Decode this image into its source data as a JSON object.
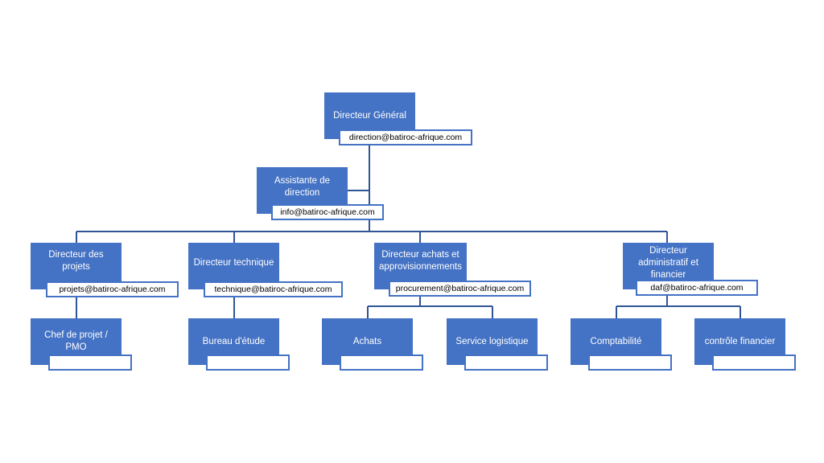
{
  "nodes": {
    "dg": {
      "title": "Directeur Général",
      "email": "direction@batiroc-afrique.com"
    },
    "assistante": {
      "title": "Assistante de direction",
      "email": "info@batiroc-afrique.com"
    },
    "dir_projets": {
      "title": "Directeur des projets",
      "email": "projets@batiroc-afrique.com"
    },
    "dir_technique": {
      "title": "Directeur technique",
      "email": "technique@batiroc-afrique.com"
    },
    "dir_achats": {
      "title": "Directeur achats et approvisionnements",
      "email": "procurement@batiroc-afrique.com"
    },
    "daf": {
      "title": "Directeur administratif et financier",
      "email": "daf@batiroc-afrique.com"
    },
    "chef_projet": {
      "title": "Chef de projet / PMO",
      "email": ""
    },
    "bureau_etude": {
      "title": "Bureau d'étude",
      "email": ""
    },
    "achats": {
      "title": "Achats",
      "email": ""
    },
    "logistique": {
      "title": "Service logistique",
      "email": ""
    },
    "comptabilite": {
      "title": "Comptabilité",
      "email": ""
    },
    "controle": {
      "title": "contrôle financier",
      "email": ""
    }
  }
}
